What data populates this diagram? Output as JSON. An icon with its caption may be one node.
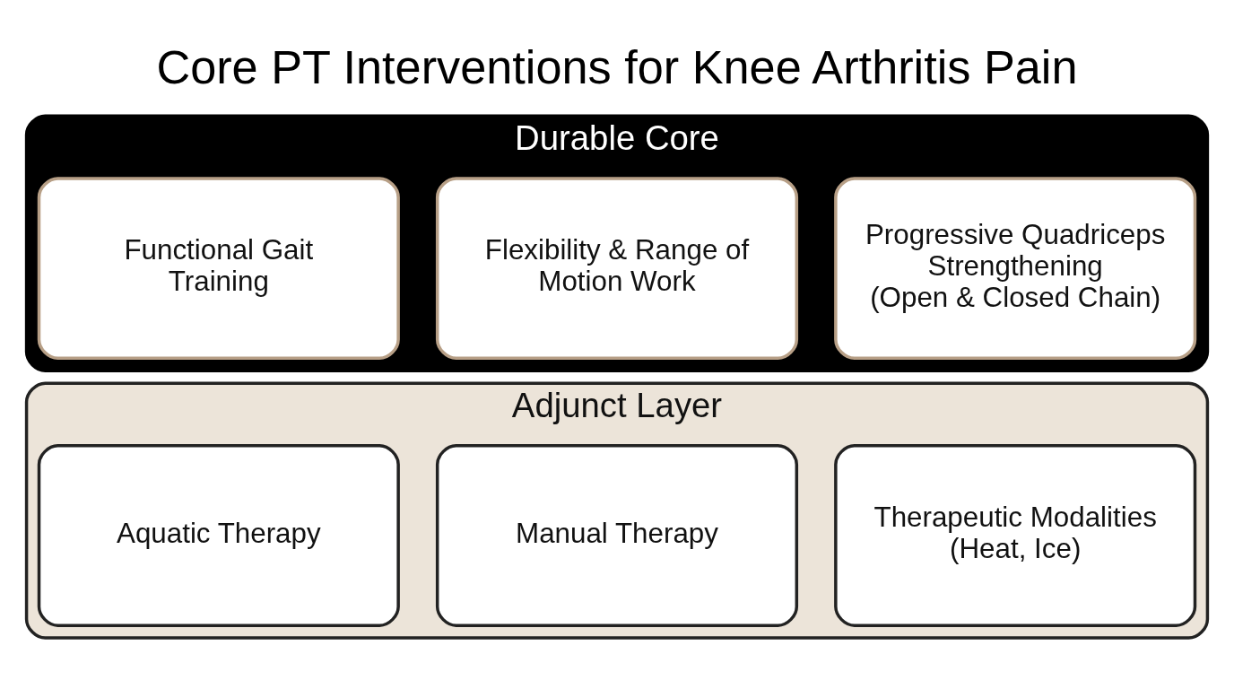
{
  "diagram": {
    "title": "Core PT Interventions for Knee Arthritis Pain",
    "nodes": [
      {
        "text": [
          "Durable Core"
        ]
      },
      {
        "text": [
          "Progressive Quadriceps Strengthening",
          "(Open & Closed Chain)"
        ],
        "in": 0
      },
      {
        "text": [
          "Flexibility & Range of Motion Work"
        ],
        "in": 0
      },
      {
        "text": [
          "Functional Gait Training"
        ],
        "in": 0
      },
      {
        "text": [
          "Adjunct Layer"
        ]
      },
      {
        "text": [
          "Therapeutic Modalities (Heat, Ice)"
        ],
        "in": 4
      },
      {
        "text": [
          "Manual Therapy"
        ],
        "in": 4
      },
      {
        "text": [
          "Aquatic Therapy"
        ],
        "in": 4
      }
    ],
    "edges": []
  }
}
